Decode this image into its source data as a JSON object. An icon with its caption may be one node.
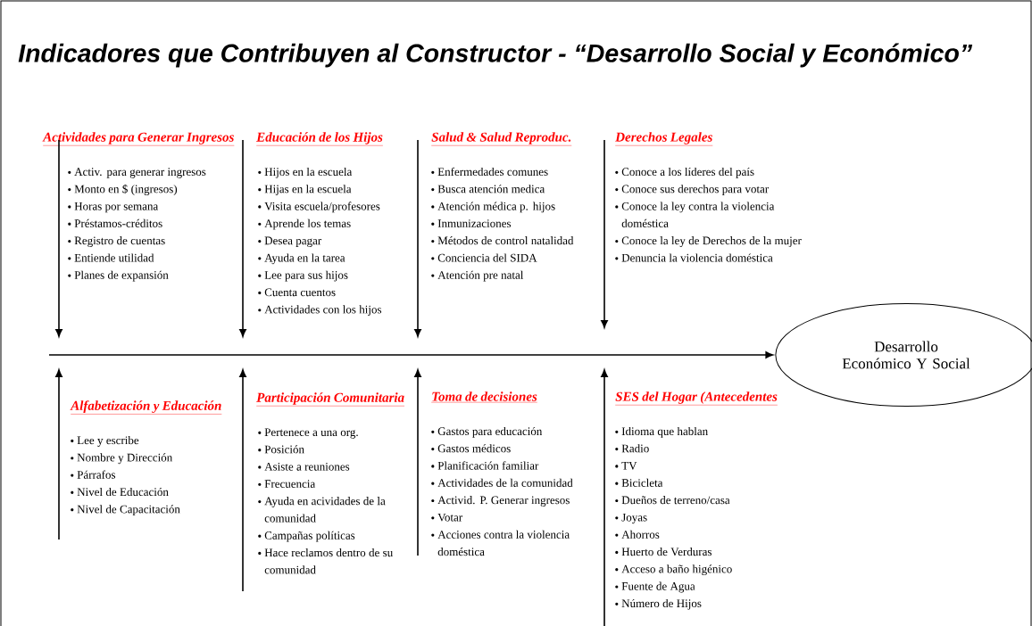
{
  "diagram": {
    "title": "Indicadores que Contribuyen al Constructor  - “Desarrollo Social y Económico”",
    "nodes": [
      {
        "text": [
          "Actividades para Generar Ingresos",
          "Activ. para generar ingresos",
          "Monto en $ (ingresos)",
          "Horas por semana",
          "Préstamos-créditos",
          "Registro de cuentas",
          "Entiende utilidad",
          "Planes de expansión"
        ]
      },
      {
        "text": [
          "Educación de los Hijos",
          "Hijos en la escuela",
          "Hijas en la escuela",
          "Visita escuela/profesores",
          "Aprende los temas",
          "Desea pagar",
          "Ayuda en la tarea",
          "Lee para sus hijos",
          "Cuenta cuentos",
          "Actividades con los hijos"
        ]
      },
      {
        "text": [
          "Salud & Salud Reproduc.",
          "Enfermedades comunes",
          "Busca atención medica",
          "Atención médica p. hijos",
          "Inmunizaciones",
          "Métodos de control natalidad",
          "Conciencia del SIDA",
          "Atención pre natal"
        ]
      },
      {
        "text": [
          "Derechos Legales",
          "Conoce a los líderes del país",
          "Conoce sus derechos para votar",
          "Conoce la ley contra la violencia doméstica",
          "Conoce la ley de Derechos de la mujer",
          "Denuncia la violencia doméstica"
        ]
      },
      {
        "text": [
          "Alfabetización y Educación",
          "Lee y escribe",
          "Nombre y Dirección",
          "Párrafos",
          "Nivel de Educación",
          "Nivel de Capacitación"
        ]
      },
      {
        "text": [
          "Participación Comunitaria",
          "Pertenece a una org.",
          "Posición",
          "Asiste a reuniones",
          "Frecuencia",
          "Ayuda en acividades de la comunidad",
          "Campañas políticas",
          "Hace reclamos dentro de su comunidad"
        ]
      },
      {
        "text": [
          "Toma de decisiones",
          "Gastos para educación",
          "Gastos médicos",
          "Planificación familiar",
          "Actividades de la comunidad",
          "Activid. P. Generar ingresos",
          "Votar",
          "Acciones contra la violencia doméstica"
        ]
      },
      {
        "text": [
          "SES del Hogar (Antecedentes",
          "Idioma que hablan",
          "Radio",
          "TV",
          "Bicicleta",
          "Dueños de terreno/casa",
          "Joyas",
          "Ahorros",
          "Huerto de Verduras",
          "Acceso a baño higénico",
          "Fuente de Agua",
          "Número de Hijos"
        ]
      },
      {
        "text": [
          "Desarrollo Económico Y Social"
        ]
      }
    ],
    "edges": [
      {
        "from": null,
        "to": 8,
        "arrow": "to"
      }
    ]
  }
}
